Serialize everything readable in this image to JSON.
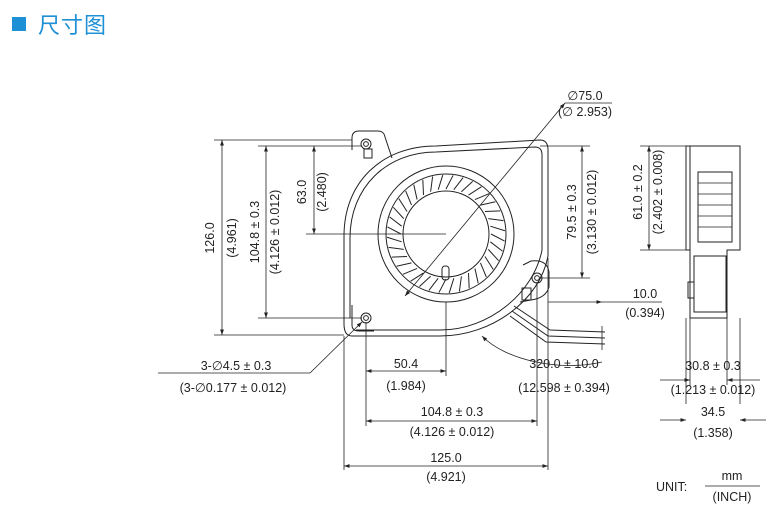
{
  "header": {
    "title": "尺寸图",
    "accent": "#1e90d6"
  },
  "dimensions": {
    "fan_diameter_mm": "∅75.0",
    "fan_diameter_in": "(∅ 2.953)",
    "height_total_mm": "126.0",
    "height_total_in": "(4.961)",
    "hole_pitch_v_mm": "104.8 ± 0.3",
    "hole_pitch_v_in": "(4.126 ± 0.012)",
    "center_v_mm": "63.0",
    "center_v_in": "(2.480)",
    "hole_height_mm": "79.5 ± 0.3",
    "hole_height_in": "(3.130 ± 0.012)",
    "side_height_mm": "61.0 ± 0.2",
    "side_height_in": "(2.402 ± 0.008)",
    "wire_strip_mm": "10.0",
    "wire_strip_in": "(0.394)",
    "holes_mm": "3-∅4.5 ± 0.3",
    "holes_in": "(3-∅0.177 ± 0.012)",
    "center_h_mm": "50.4",
    "center_h_in": "(1.984)",
    "lead_length_mm": "320.0 ± 10.0",
    "lead_length_in": "(12.598 ± 0.394)",
    "hole_pitch_h_mm": "104.8 ± 0.3",
    "hole_pitch_h_in": "(4.126 ± 0.012)",
    "width_total_mm": "125.0",
    "width_total_in": "(4.921)",
    "thick_body_mm": "30.8 ± 0.3",
    "thick_body_in": "(1.213 ± 0.012)",
    "thick_total_mm": "34.5",
    "thick_total_in": "(1.358)"
  },
  "unit": {
    "label": "UNIT:",
    "numerator": "mm",
    "denominator": "(INCH)"
  }
}
